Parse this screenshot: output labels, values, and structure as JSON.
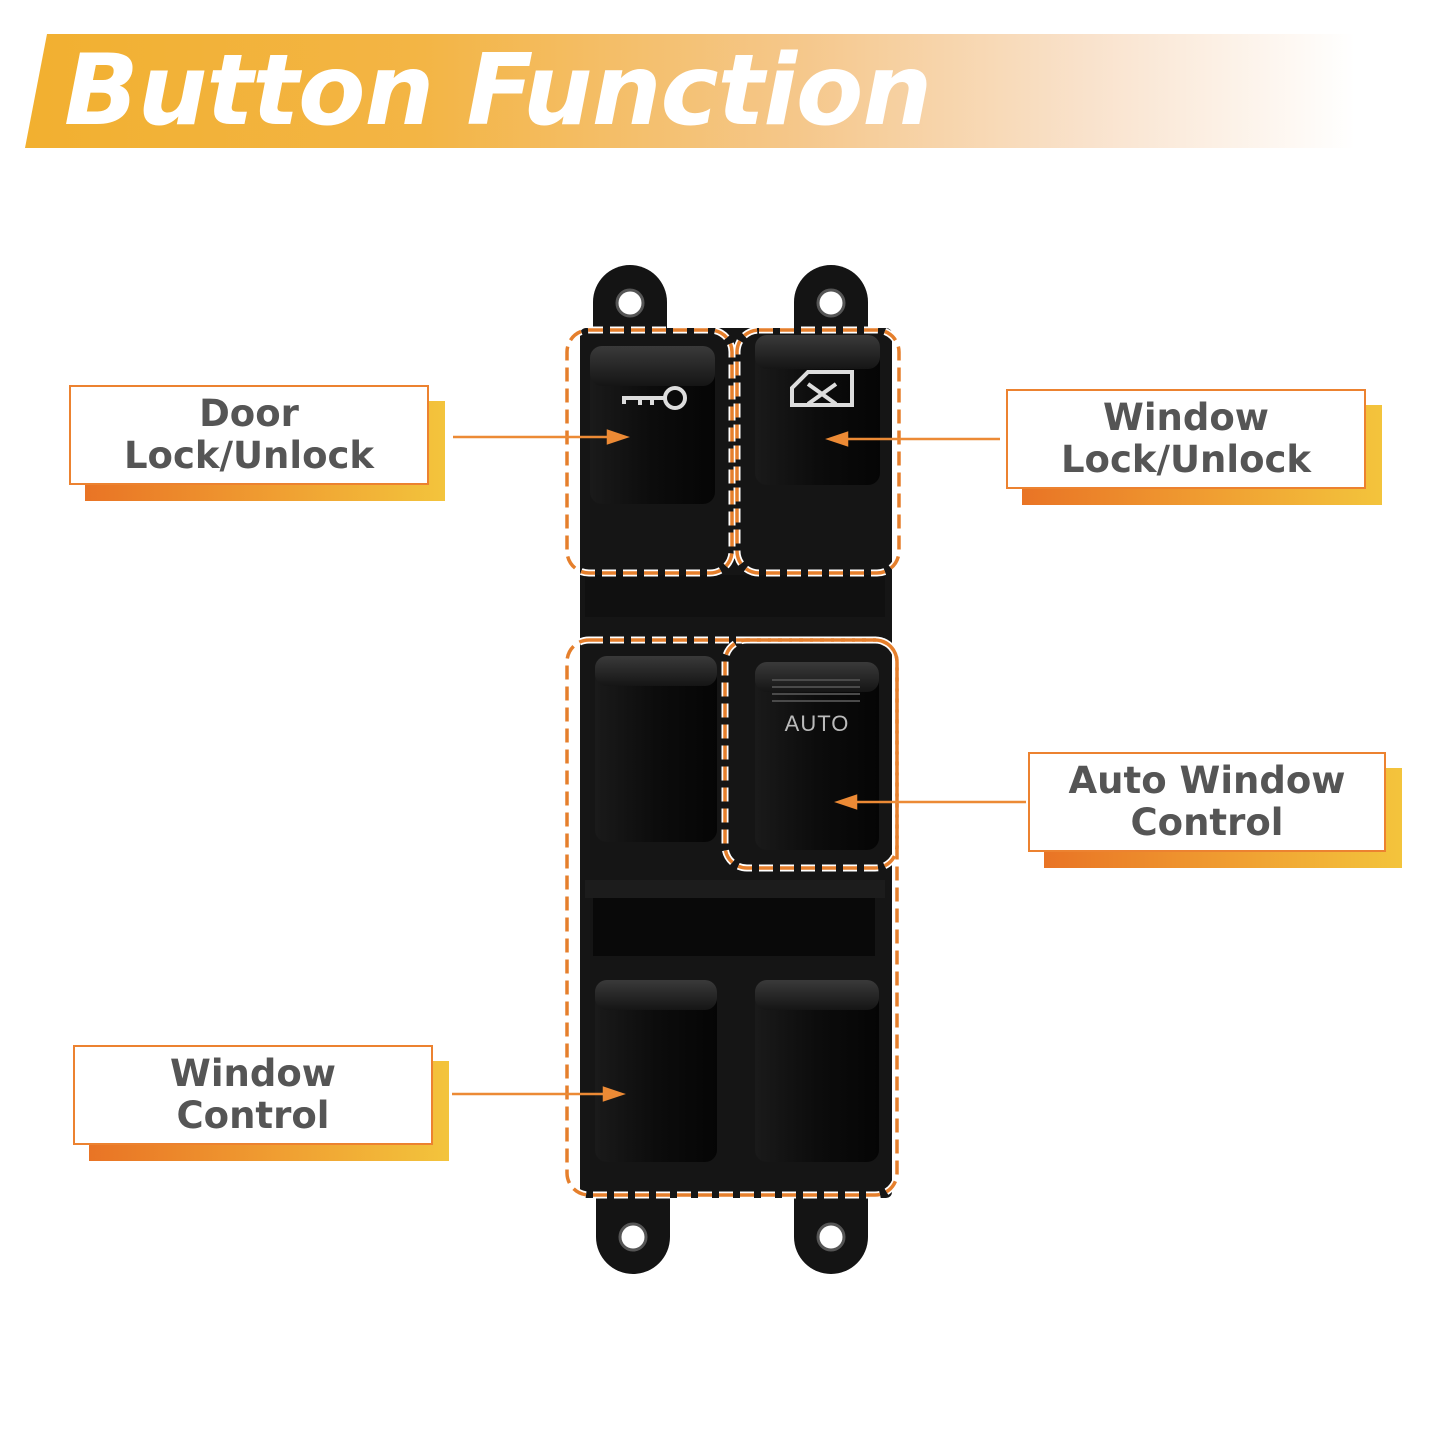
{
  "title": "Button Function",
  "callouts": {
    "door_lock": [
      "Door",
      "Lock/Unlock"
    ],
    "window_lock": [
      "Window",
      "Lock/Unlock"
    ],
    "auto_window": [
      "Auto Window",
      "Control"
    ],
    "window_control": [
      "Window",
      "Control"
    ]
  },
  "device": {
    "auto_label": "AUTO"
  },
  "colors": {
    "banner_start": "#f2b030",
    "accent_orange": "#ec8230",
    "label_text": "#555555",
    "switch_body": "#151515",
    "switch_button": "#0d0d0d"
  },
  "icons": [
    "key-icon",
    "window-lock-icon"
  ]
}
